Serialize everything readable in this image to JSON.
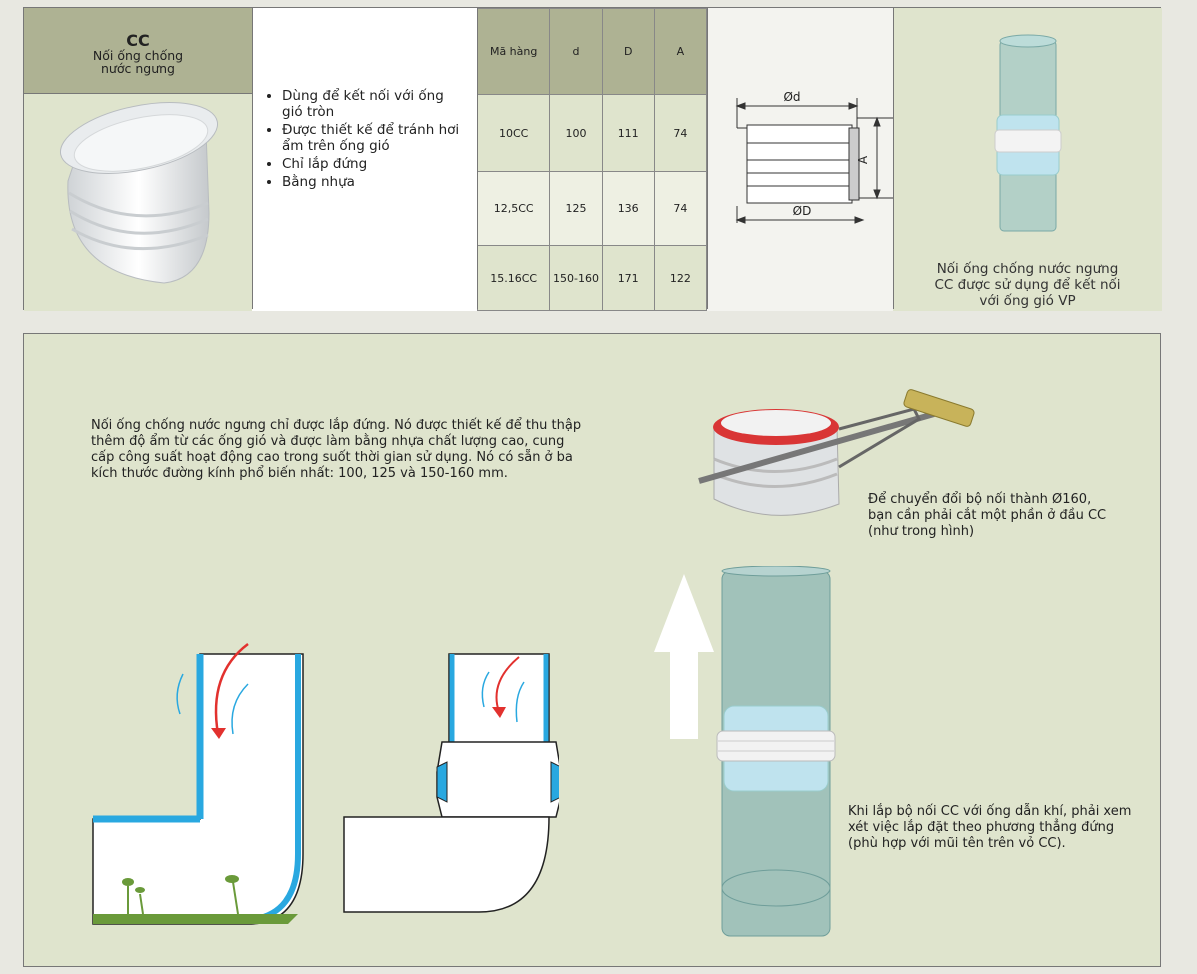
{
  "product": {
    "code": "CC",
    "name": "Nối ống chống nước ngưng"
  },
  "bullets": [
    "Dùng để kết nối với ống gió tròn",
    "Được thiết kế để tránh hơi ẩm trên ống gió",
    "Chỉ lắp đứng",
    "Bằng nhựa"
  ],
  "table": {
    "headers": [
      "Mã hàng",
      "d",
      "D",
      "A"
    ],
    "rows": [
      [
        "10CC",
        "100",
        "111",
        "74"
      ],
      [
        "12,5CC",
        "125",
        "136",
        "74"
      ],
      [
        "15.16CC",
        "150-160",
        "171",
        "122"
      ]
    ]
  },
  "dimensions": {
    "small_d": "Ød",
    "big_d": "ØD",
    "a": "A"
  },
  "caption": {
    "line1": "Nối ống chống nước ngưng",
    "line2": "CC  được sử dụng để kết nối",
    "line3": "với ống gió VP"
  },
  "bottom": {
    "paragraph": "Nối ống chống nước ngưng chỉ được lắp đứng. Nó được thiết kế để thu thập thêm độ ẩm từ các ống gió và được làm bằng nhựa chất lượng cao, cung cấp công suất hoạt động cao trong suốt thời gian sử dụng. Nó có sẵn ở ba kích thước đường kính phổ biến nhất: 100, 125 và 150-160 mm.",
    "note_cut": "Để chuyển đổi bộ nối thành Ø160, bạn cần phải cắt một phần ở đầu CC (như trong hình)",
    "note_install": "Khi lắp bộ nối  CC với ống dẫn khí, phải xem xét việc lắp đặt theo phương thẳng đứng (phù hợp với mũi tên trên vỏ CC)."
  },
  "colors": {
    "header_olive": "#aeb293",
    "light_green": "#dfe4cd",
    "pipe_blue": "#29a8e0",
    "red_arrow": "#e2312e"
  }
}
